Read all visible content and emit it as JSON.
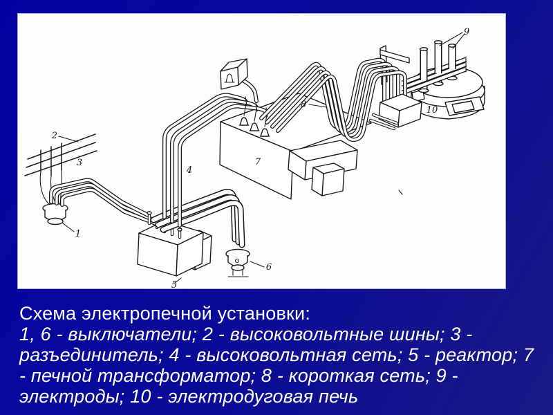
{
  "caption": {
    "title": "Схема электропечной установки:",
    "lines": [
      "1, 6 - выключатели; 2 - высоковольтные шины; 3 -",
      "разъединитель; 4 - высоковольтная сеть; 5 - реактор; 7",
      "- печной трансформатор; 8 - короткая сеть; 9 -",
      "электроды; 10 - электродуговая печь"
    ]
  },
  "diagram": {
    "labels": [
      {
        "text": "1"
      },
      {
        "text": "2"
      },
      {
        "text": "3"
      },
      {
        "text": "4"
      },
      {
        "text": "5"
      },
      {
        "text": "6"
      },
      {
        "text": "7"
      },
      {
        "text": "8"
      },
      {
        "text": "9"
      },
      {
        "text": "10"
      }
    ]
  },
  "colors": {
    "background_start": "#0303a4",
    "background_end": "#1a1a86",
    "panel": "#ffffff",
    "ink": "#1a1a1a",
    "caption_text": "#ffffff"
  }
}
